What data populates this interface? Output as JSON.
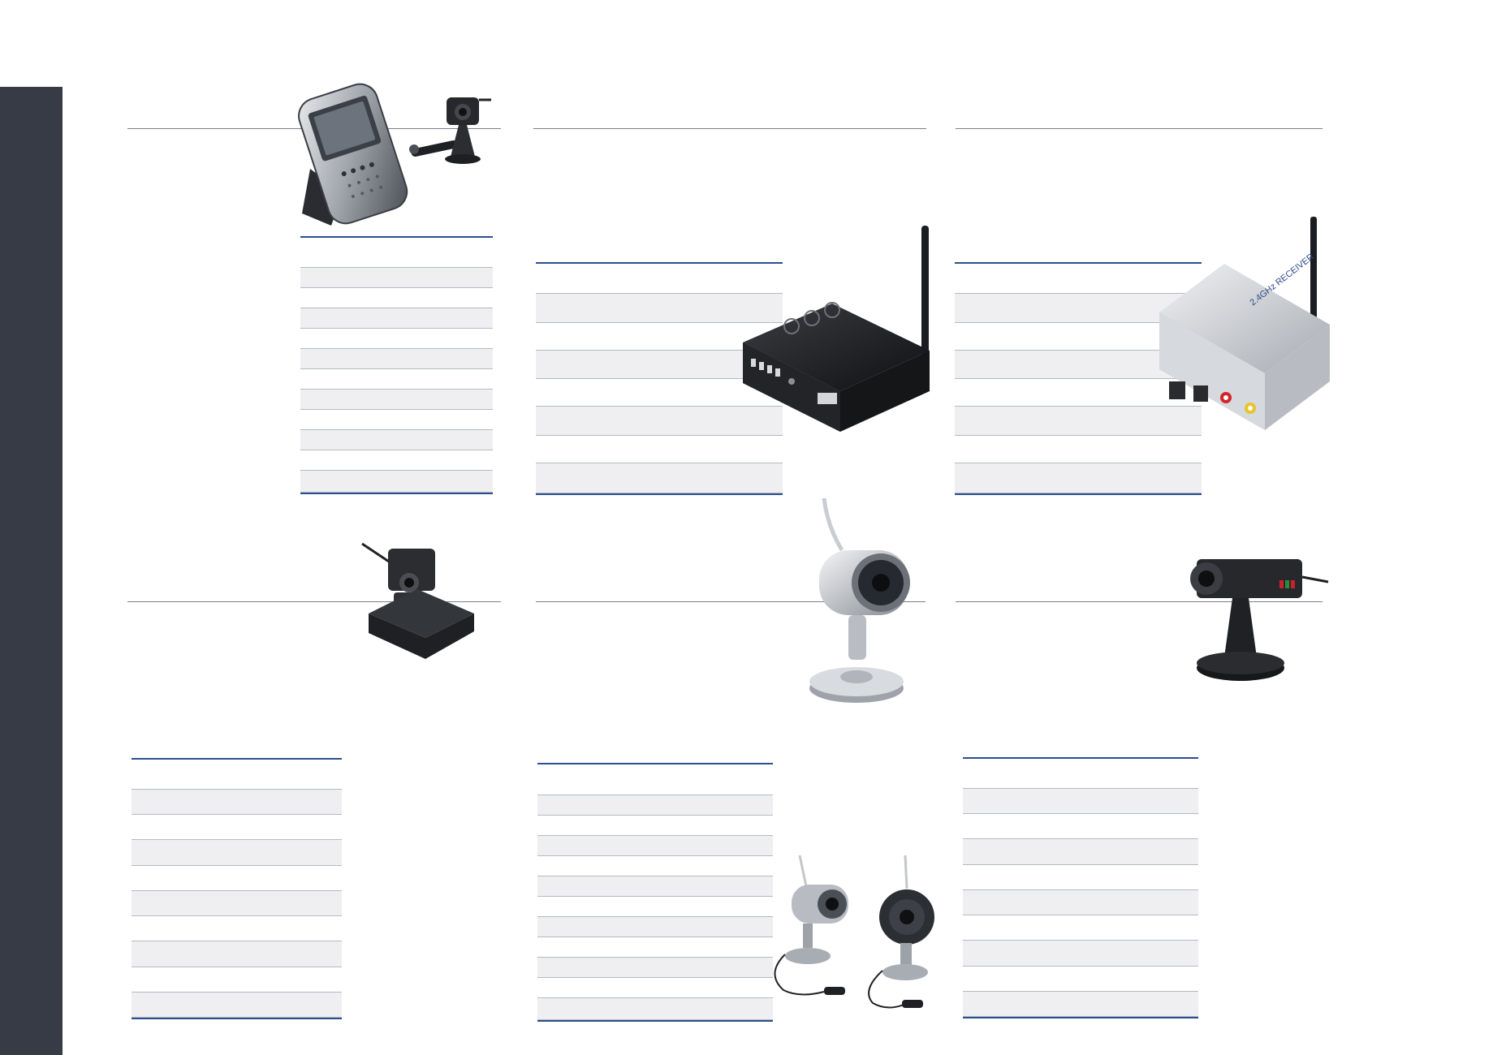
{
  "brand_color": "#2c4f8f",
  "sidebar_color": "#363b46",
  "products": [
    {
      "icon": "handheld-monitor-with-mini-camera",
      "spec_rows": 6
    },
    {
      "icon": "wireless-dvr-receiver-box",
      "spec_rows": 4
    },
    {
      "icon": "wireless-receiver-module",
      "spec_rows": 4
    },
    {
      "icon": "mini-cube-camera",
      "spec_rows": 5
    },
    {
      "icon": "ir-bullet-camera",
      "spec_rows": 6
    },
    {
      "icon": "wireless-box-camera",
      "spec_rows": 5
    }
  ],
  "receiver_label": "2.4GHz RECEIVER"
}
